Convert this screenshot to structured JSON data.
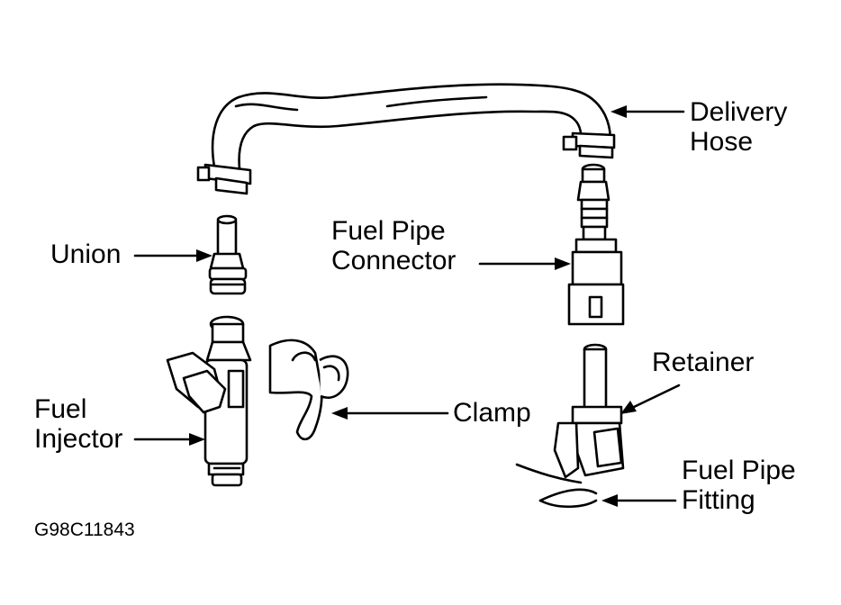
{
  "labels": {
    "delivery_hose_1": "Delivery",
    "delivery_hose_2": "Hose",
    "fuel_pipe_connector_1": "Fuel Pipe",
    "fuel_pipe_connector_2": "Connector",
    "union": "Union",
    "retainer": "Retainer",
    "fuel_injector_1": "Fuel",
    "fuel_injector_2": "Injector",
    "clamp": "Clamp",
    "fuel_pipe_fitting_1": "Fuel Pipe",
    "fuel_pipe_fitting_2": "Fitting"
  },
  "figure_code": "G98C11843",
  "colors": {
    "ink": "#000000",
    "background": "#ffffff"
  }
}
